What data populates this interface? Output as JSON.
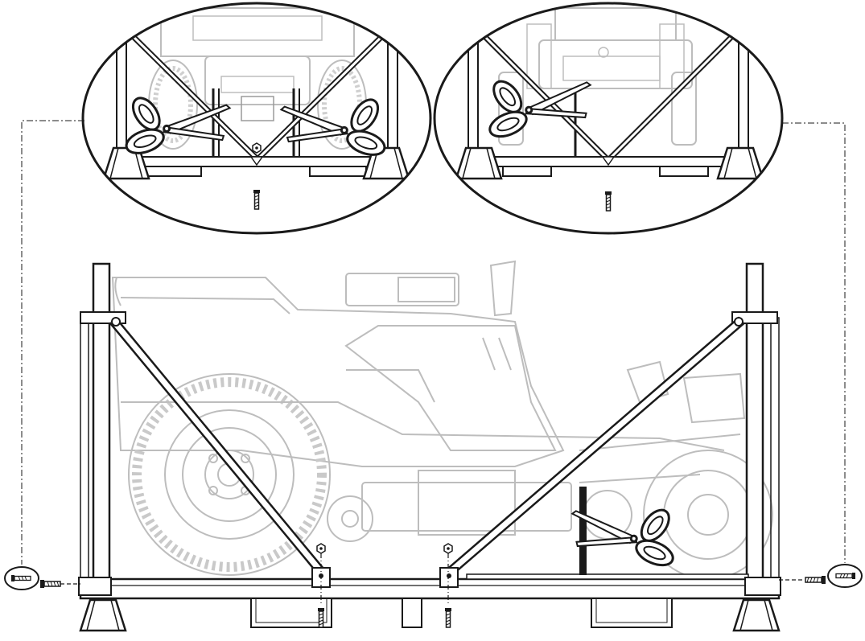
{
  "diagram": {
    "kind": "assembly-illustration",
    "subject": "riding-mower-in-shipping-crate",
    "colors": {
      "line": "#1a1a1a",
      "ghost": "#bdbdbd",
      "ghost_dark": "#9a9a9a",
      "strap": "#2a2a2a",
      "background": "#ffffff"
    },
    "icons": [
      "scissors-icon",
      "bolt-icon",
      "nut-icon",
      "washer-icon"
    ],
    "callouts": [
      {
        "id": "left-detail",
        "shows": "scissors-cutting-two-straps-left-end"
      },
      {
        "id": "right-detail",
        "shows": "scissors-cutting-strap-right-end"
      }
    ]
  }
}
